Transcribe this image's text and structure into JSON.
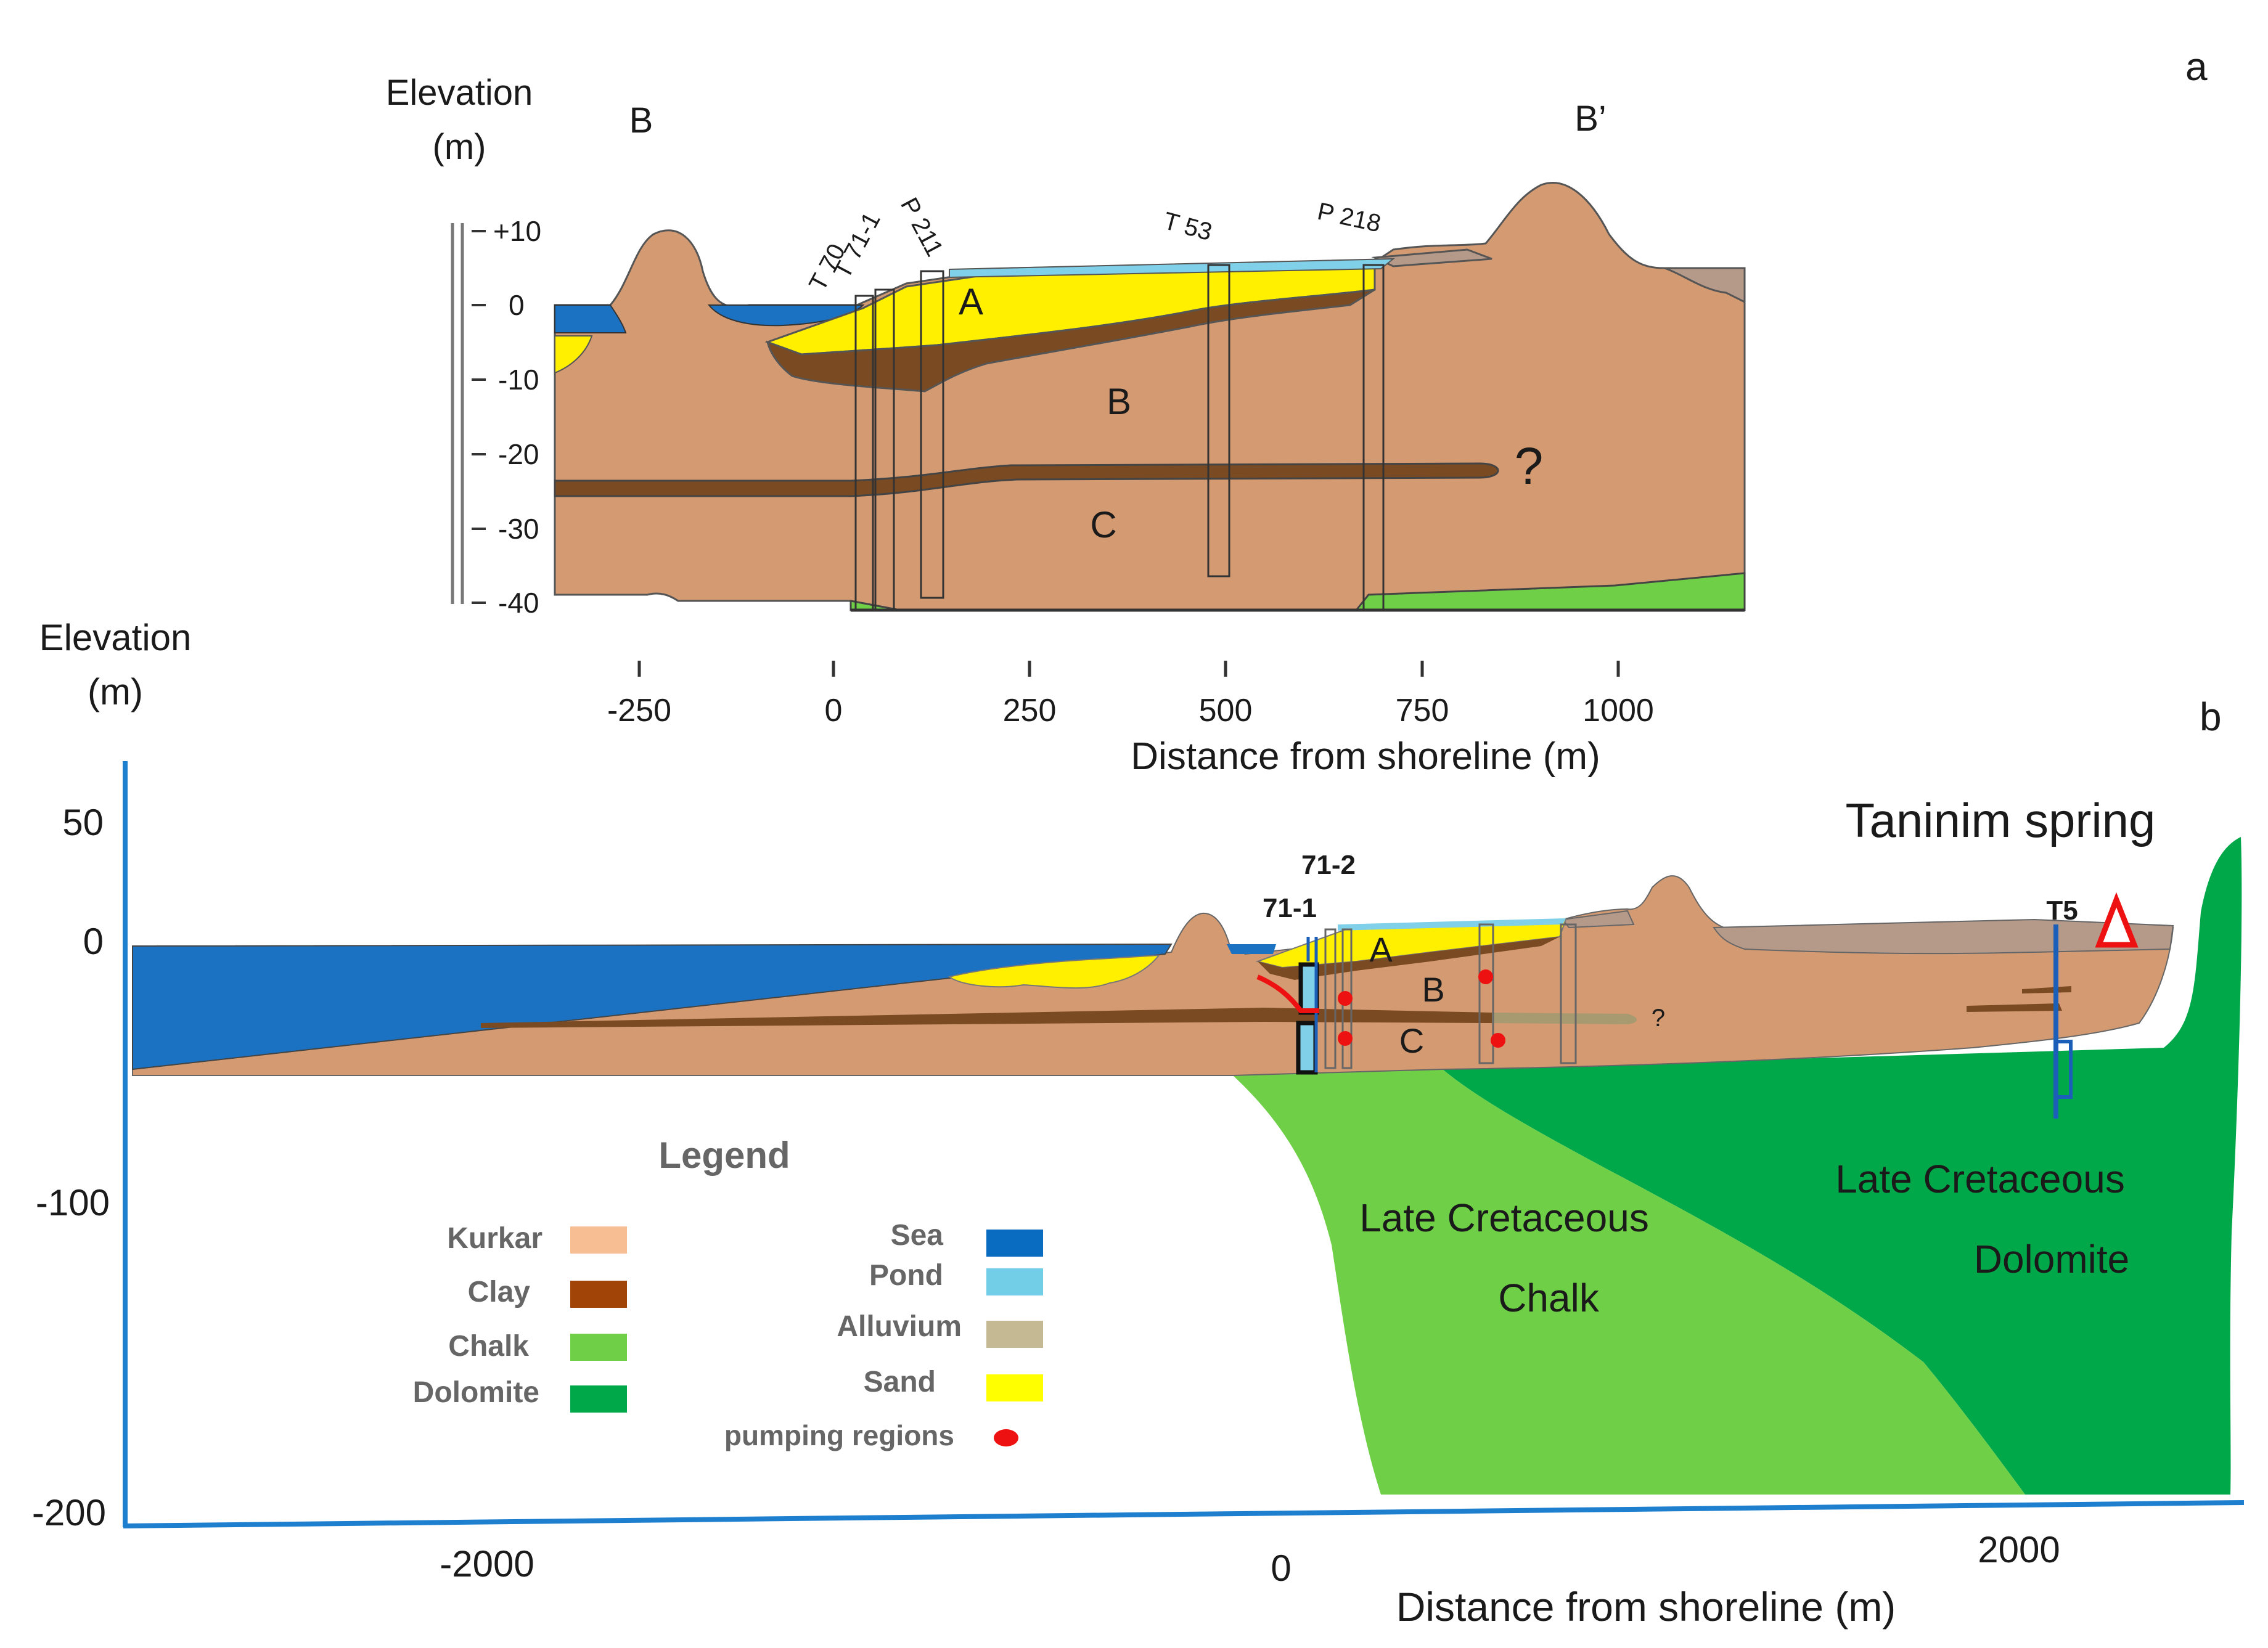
{
  "panel_a": {
    "label": "a",
    "y_title_line1": "Elevation",
    "y_title_line2": "(m)",
    "y_ticks": [
      "+10",
      "0",
      "-10",
      "-20",
      "-30",
      "-40"
    ],
    "x_ticks": [
      "-250",
      "0",
      "250",
      "500",
      "750",
      "1000"
    ],
    "x_title": "Distance from shoreline (m)",
    "section_start": "B",
    "section_end": "B’",
    "wells": [
      "T 70",
      "T 71-1",
      "P 211",
      "T 53",
      "P 218"
    ],
    "layer_labels": {
      "a": "A",
      "b": "B",
      "c": "C",
      "question": "?"
    }
  },
  "panel_b": {
    "label": "b",
    "y_title_line1": "Elevation",
    "y_title_line2": "(m)",
    "y_ticks": [
      "50",
      "0",
      "-100",
      "-200"
    ],
    "x_ticks": [
      "-2000",
      "0",
      "2000"
    ],
    "x_title": "Distance from shoreline (m)",
    "spring_label": "Taninim spring",
    "wells": [
      "71-1",
      "71-2",
      "T5"
    ],
    "layer_labels": {
      "a": "A",
      "b": "B",
      "c": "C",
      "question": "?"
    },
    "unit_labels": {
      "chalk_line1": "Late Cretaceous",
      "chalk_line2": "Chalk",
      "dolomite_line1": "Late Cretaceous",
      "dolomite_line2": "Dolomite"
    }
  },
  "legend": {
    "title": "Legend",
    "items": [
      {
        "label": "Kurkar",
        "color": "#f7be94"
      },
      {
        "label": "Clay",
        "color": "#a04408"
      },
      {
        "label": "Chalk",
        "color": "#6fd048"
      },
      {
        "label": "Dolomite",
        "color": "#00a84a"
      },
      {
        "label": "Sea",
        "color": "#0a6cc0"
      },
      {
        "label": "Pond",
        "color": "#72cde6"
      },
      {
        "label": "Alluvium",
        "color": "#c4b993"
      },
      {
        "label": "Sand",
        "color": "#ffff00"
      },
      {
        "label": "pumping regions",
        "color": "#ee1111"
      }
    ]
  },
  "colors": {
    "kurkar": "#d49a72",
    "clay": "#7a4a22",
    "sand": "#fff000",
    "sea": "#1b72c2",
    "pond": "#7fd0e8",
    "chalk": "#6fd048",
    "dolomite": "#00a84a",
    "alluvium_grey": "#b59a8a",
    "axis_blue": "#1f7fcf",
    "pump": "#ee1111"
  }
}
